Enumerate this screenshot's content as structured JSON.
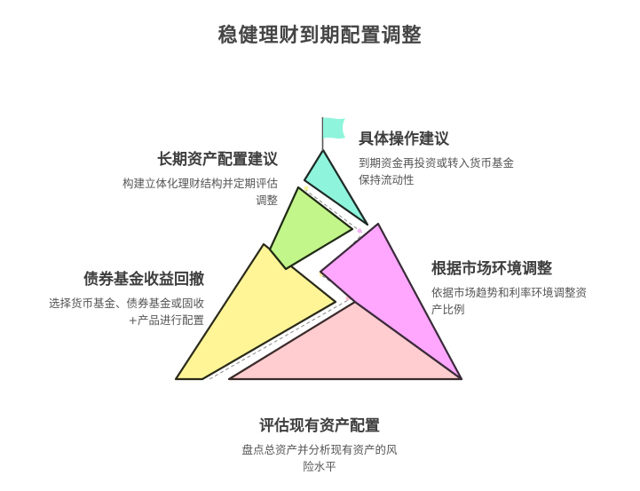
{
  "title": "稳健理财到期配置调整",
  "colors": {
    "tier1": "#8ef5dc",
    "tier2": "#c2f58a",
    "tier3": "#fff597",
    "tier4": "#ffa6ff",
    "tier5": "#ffcccf",
    "flag": "#8ef5dc",
    "stroke": "#2a2a2a"
  },
  "tiers": [
    {
      "level": 1,
      "icon": "flag-icon",
      "heading": "具体操作建议",
      "description_line1": "到期资金再投资或转入货币基金",
      "description_line2": "保持流动性"
    },
    {
      "level": 2,
      "heading": "长期资产配置建议",
      "description_line1": "构建立体化理财结构并定期评估",
      "description_line2": "调整"
    },
    {
      "level": 3,
      "heading": "根据市场环境调整",
      "description_line1": "依据市场趋势和利率环境调整资",
      "description_line2": "产比例"
    },
    {
      "level": 4,
      "heading": "债券基金收益回撤",
      "description_line1": "选择货币基金、债券基金或固收",
      "description_line2": "+产品进行配置"
    },
    {
      "level": 5,
      "heading": "评估现有资产配置",
      "description_line1": "盘点总资产并分析现有资产的风",
      "description_line2": "险水平"
    }
  ]
}
